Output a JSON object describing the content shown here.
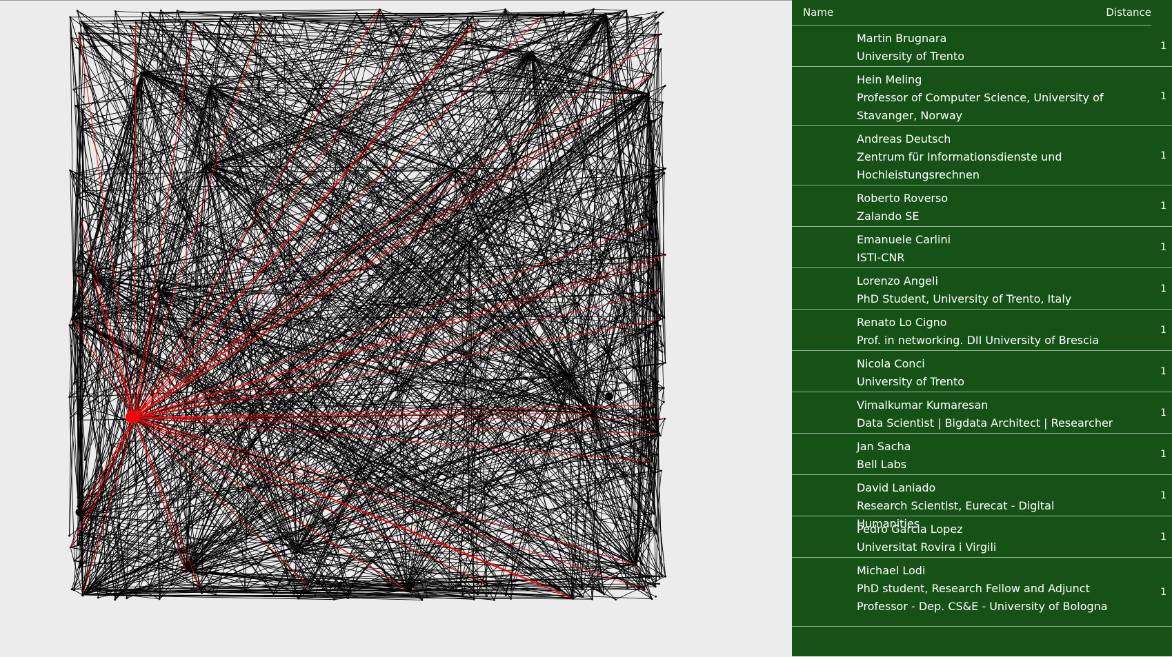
{
  "table": {
    "columns": {
      "name": "Name",
      "distance": "Distance"
    },
    "rows": [
      {
        "name": "Martin Brugnara",
        "affiliation": "University of Trento",
        "distance": "1"
      },
      {
        "name": "Hein Meling",
        "affiliation": "Professor of Computer Science, University of Stavanger, Norway",
        "distance": "1"
      },
      {
        "name": "Andreas Deutsch",
        "affiliation": "Zentrum für Informationsdienste und Hochleistungsrechnen",
        "distance": "1"
      },
      {
        "name": "Roberto Roverso",
        "affiliation": "Zalando SE",
        "distance": "1"
      },
      {
        "name": "Emanuele Carlini",
        "affiliation": "ISTI-CNR",
        "distance": "1"
      },
      {
        "name": "Lorenzo Angeli",
        "affiliation": "PhD Student, University of Trento, Italy",
        "distance": "1"
      },
      {
        "name": "Renato Lo Cigno",
        "affiliation": "Prof. in networking. DII University of Brescia",
        "distance": "1"
      },
      {
        "name": "Nicola Conci",
        "affiliation": "University of Trento",
        "distance": "1"
      },
      {
        "name": "Vimalkumar Kumaresan",
        "affiliation": "Data Scientist | Bigdata Architect | Researcher",
        "distance": "1"
      },
      {
        "name": "Jan Sacha",
        "affiliation": "Bell Labs",
        "distance": "1"
      },
      {
        "name": "David Laniado",
        "affiliation": "Research Scientist, Eurecat - Digital Humanities",
        "distance": "1"
      },
      {
        "name": "Pedro Garcia Lopez",
        "affiliation": "Universitat Rovira i Virgili",
        "distance": "1"
      },
      {
        "name": "Michael Lodi",
        "affiliation": "PhD student, Research Fellow and Adjunct Professor - Dep. CS&E - University of Bologna",
        "distance": "1"
      }
    ]
  },
  "colors": {
    "panel_bg": "#165216",
    "edge_default": "#000000",
    "edge_highlight": "#ff0000",
    "canvas_bg": "#ececec"
  }
}
